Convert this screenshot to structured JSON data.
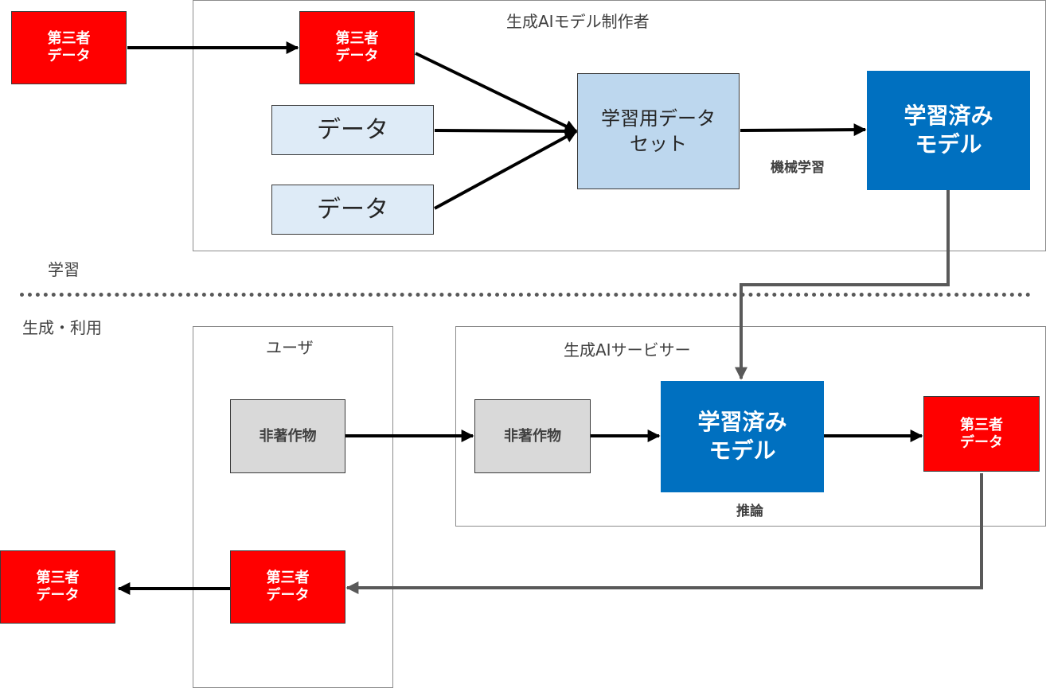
{
  "frames": {
    "creator": "生成AIモデル制作者",
    "user": "ユーザ",
    "service": "生成AIサービサー"
  },
  "phases": {
    "learning": "学習",
    "generation": "生成・利用"
  },
  "nodes": {
    "third_party_data_outside": "第三者\nデータ",
    "third_party_data_creator": "第三者\nデータ",
    "data_1": "データ",
    "data_2": "データ",
    "training_dataset": "学習用データ\nセット",
    "trained_model_creator": "学習済み\nモデル",
    "non_copyrighted_work_user": "非著作物",
    "non_copyrighted_work_service": "非著作物",
    "trained_model_service": "学習済み\nモデル",
    "third_party_data_output": "第三者\nデータ",
    "third_party_data_user": "第三者\nデータ",
    "third_party_data_final": "第三者\nデータ"
  },
  "captions": {
    "machine_learning": "機械学習",
    "inference": "推論"
  },
  "colors": {
    "red_box": "#ff0000",
    "model_blue": "#0070c0",
    "dataset_blue": "#bdd7ee",
    "data_light_blue": "#deebf7",
    "work_grey": "#d9d9d9",
    "arrow_black": "#000000",
    "arrow_grey": "#595959"
  }
}
